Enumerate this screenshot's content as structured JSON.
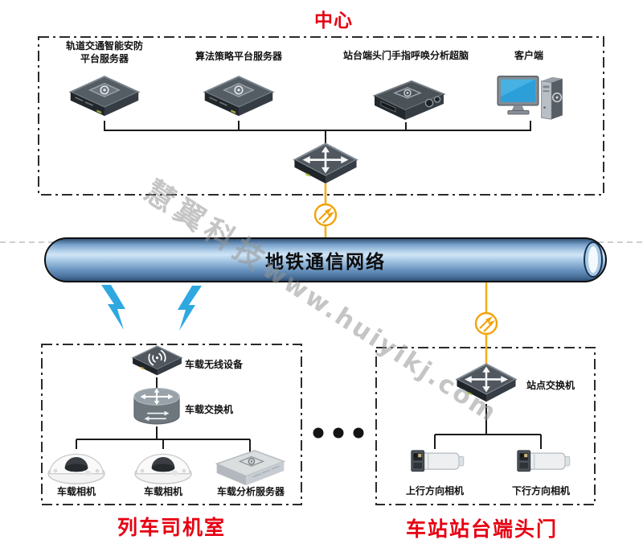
{
  "colors": {
    "title_red": "#e60012",
    "line_black": "#1a1a1a",
    "fiber_yellow": "#f5b01e",
    "lightning_blue": "#2fa8e1",
    "pipe_blue": "#9dc0e0",
    "watermark_gray": "#969696"
  },
  "center_zone": {
    "title": "中心",
    "devices": [
      {
        "label": "轨道交通智能安防平台服务器",
        "icon": "rack-server-icon"
      },
      {
        "label": "算法策略平台服务器",
        "icon": "rack-server-icon"
      },
      {
        "label": "站台端头门手指呼唤分析超脑",
        "icon": "analysis-brain-icon"
      },
      {
        "label": "客户端",
        "icon": "desktop-client-icon"
      }
    ],
    "core_switch_icon": "network-switch-icon"
  },
  "network_pipe": {
    "label": "地铁通信网络"
  },
  "train_cab_zone": {
    "title": "列车司机室",
    "wireless_device_label": "车载无线设备",
    "switch_label": "车载交换机",
    "devices": [
      {
        "label": "车载相机",
        "icon": "dome-camera-icon"
      },
      {
        "label": "车载相机",
        "icon": "dome-camera-icon"
      },
      {
        "label": "车载分析服务器",
        "icon": "onboard-analysis-server-icon"
      }
    ]
  },
  "platform_zone": {
    "title": "车站站台端头门",
    "switch_label": "站点交换机",
    "devices": [
      {
        "label": "上行方向相机",
        "icon": "bullet-camera-icon"
      },
      {
        "label": "下行方向相机",
        "icon": "bullet-camera-icon"
      }
    ]
  },
  "watermark": {
    "cjk": "慧翼科技",
    "latin": "www.huiyikj.com"
  }
}
